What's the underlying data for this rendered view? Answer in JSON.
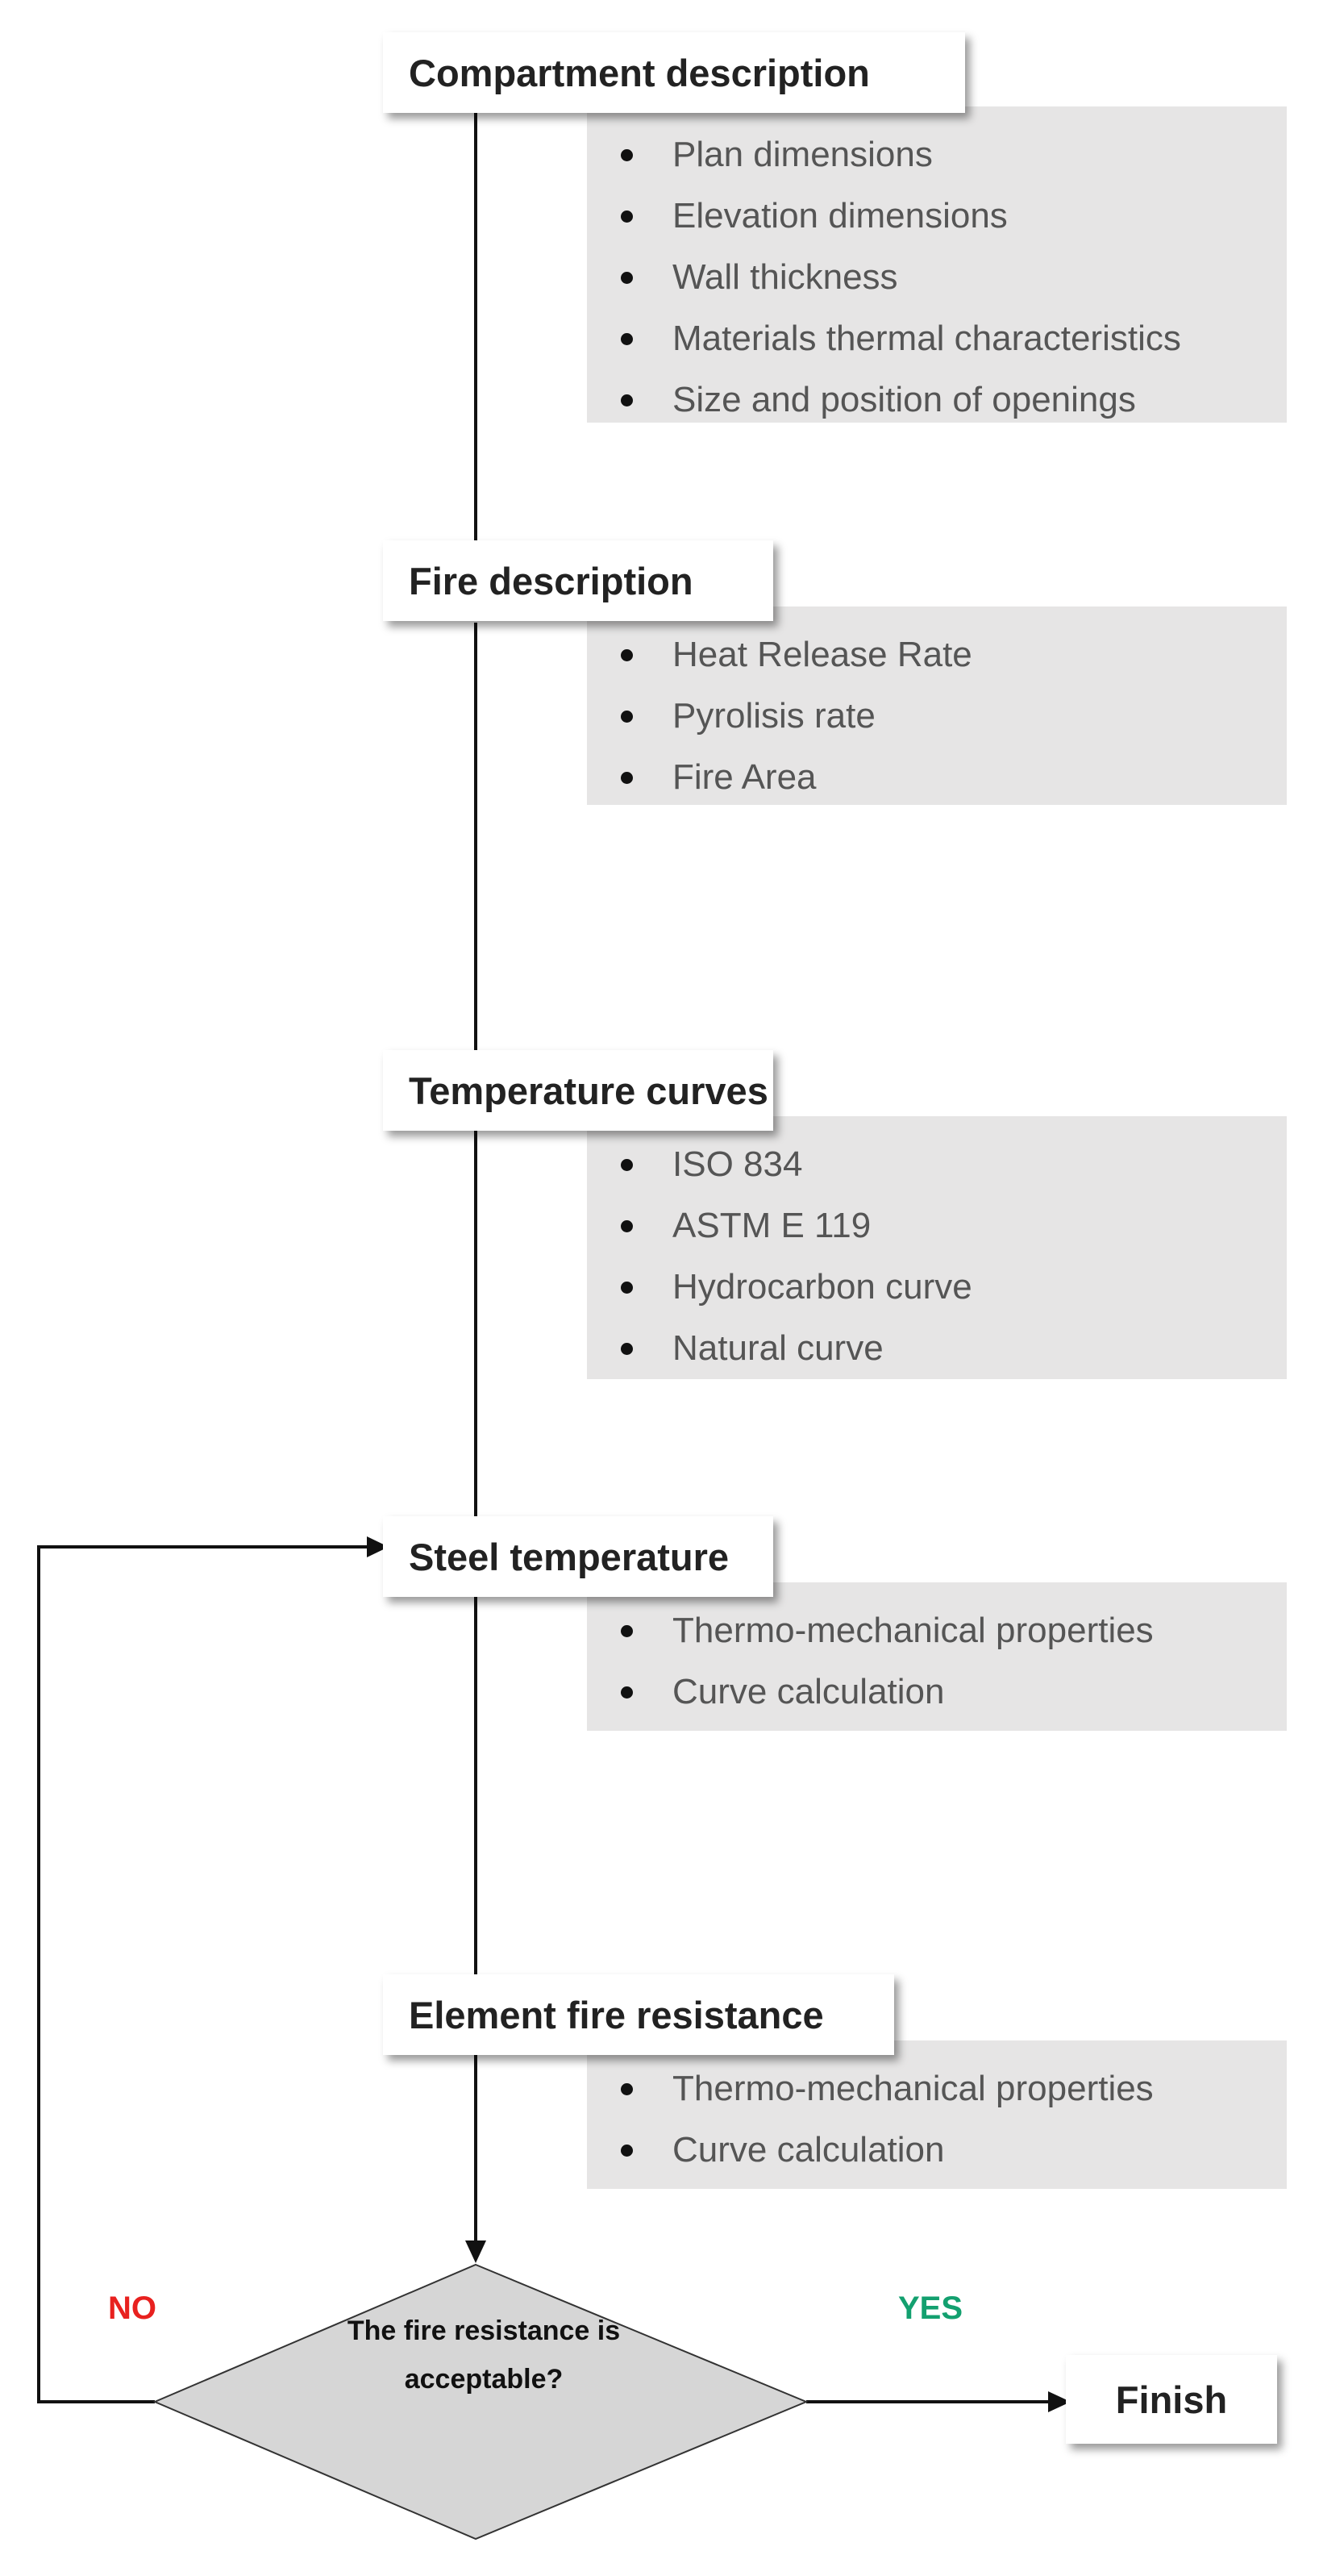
{
  "steps": [
    {
      "title": "Compartment description",
      "items": [
        "Plan dimensions",
        "Elevation dimensions",
        "Wall thickness",
        "Materials thermal characteristics",
        "Size and position of openings"
      ]
    },
    {
      "title": "Fire description",
      "items": [
        "Heat Release Rate",
        "Pyrolisis rate",
        "Fire Area"
      ]
    },
    {
      "title": "Temperature curves",
      "items": [
        "ISO 834",
        "ASTM E 119",
        "Hydrocarbon curve",
        "Natural curve"
      ]
    },
    {
      "title": "Steel temperature",
      "items": [
        "Thermo-mechanical properties",
        "Curve calculation"
      ]
    },
    {
      "title": "Element fire resistance",
      "items": [
        "Thermo-mechanical properties",
        "Curve calculation"
      ]
    }
  ],
  "decision": {
    "line1": "The fire resistance is",
    "line2": "acceptable?"
  },
  "labels": {
    "no": "NO",
    "yes": "YES"
  },
  "finish": {
    "label": "Finish"
  },
  "colors": {
    "no": "#e8211f",
    "yes": "#13a06f",
    "panel": "#e6e5e5",
    "decision": "#d6d6d6"
  }
}
